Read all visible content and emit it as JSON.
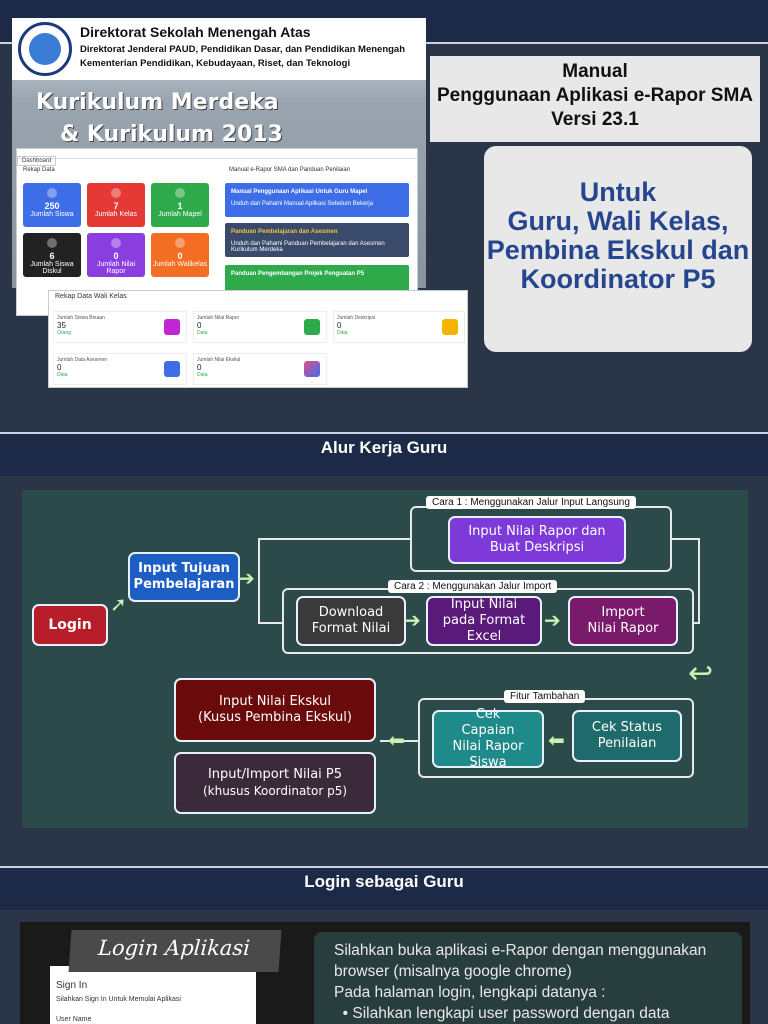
{
  "header": {
    "org_title": "Direktorat Sekolah Menengah Atas",
    "org_sub1": "Direktorat Jenderal PAUD, Pendidikan Dasar, dan Pendidikan Menengah",
    "org_sub2": "Kementerian Pendidikan, Kebudayaan, Riset, dan Teknologi",
    "kurikulum_line1": "Kurikulum Merdeka",
    "kurikulum_line2": "& Kurikulum 2013"
  },
  "dashboard": {
    "tab": "Dashboard",
    "rekap_title": "Rekap Data",
    "tiles": [
      {
        "value": "250",
        "label": "Jumlah Siswa",
        "color": "#3d6ee8"
      },
      {
        "value": "7",
        "label": "Jumlah Kelas",
        "color": "#e53935"
      },
      {
        "value": "1",
        "label": "Jumlah Mapel",
        "color": "#2eaa4b"
      },
      {
        "value": "6",
        "label": "Jumlah Siswa Diskul",
        "color": "#222222"
      },
      {
        "value": "0",
        "label": "Jumlah Nilai Rapor",
        "color": "#8a3ee0"
      },
      {
        "value": "0",
        "label": "Jumlah Walikelas",
        "color": "#f36d22"
      }
    ],
    "manual_title": "Manual e-Rapor SMA dan Panduan Penilaian",
    "cards": [
      {
        "title": "Manual Penggunaan Aplikasi Untuk Guru Mapel",
        "sub": "Unduh dan Pahami Manual Aplikasi Sebelum Bekerja",
        "color": "#3d6ee8"
      },
      {
        "title": "Panduan Pembelajaran dan Asesmen",
        "sub": "Unduh dan Pahami Panduan Pembelajaran dan Asesmen Kurikulum Merdeka",
        "color": "#3a4a6a"
      },
      {
        "title": "Panduan Pengembangan Projek Penguatan P5",
        "sub": "",
        "color": "#2eaa4b"
      }
    ],
    "wali_title": "Rekap Data Wali Kelas",
    "wali_items": [
      {
        "label": "Jumlah Siswa Binaan",
        "value": "35",
        "note": "Orang",
        "color": "#c026d3"
      },
      {
        "label": "Jumlah Nilai Rapor",
        "value": "0",
        "note": "Data",
        "color": "#2eaa4b"
      },
      {
        "label": "Jumlah Deskripsi",
        "value": "0",
        "note": "Data",
        "color": "#f5b400"
      },
      {
        "label": "Jumlah Data Asesmen",
        "value": "0",
        "note": "Data",
        "color": "#3d6ee8"
      },
      {
        "label": "Jumlah Nilai Ekskul",
        "value": "0",
        "note": "Data",
        "color": "#e0508a"
      }
    ]
  },
  "title_box": {
    "line1": "Manual",
    "line2": "Penggunaan Aplikasi e-Rapor SMA",
    "line3": "Versi 23.1"
  },
  "untuk_box": {
    "line1": "Untuk",
    "line2": "Guru, Wali Kelas,",
    "line3": "Pembina Ekskul dan",
    "line4": "Koordinator P5"
  },
  "section1": {
    "title": "Alur Kerja Guru"
  },
  "flow": {
    "login": "Login",
    "input_tujuan": "Input Tujuan Pembelajaran",
    "cara1_label": "Cara 1 : Menggunakan Jalur Input Langsung",
    "cara1_node": "Input Nilai  Rapor dan Buat Deskripsi",
    "cara2_label": "Cara 2 : Menggunakan Jalur Import",
    "download": "Download Format Nilai",
    "input_excel": "Input Nilai pada Format Excel",
    "import_nilai": "Import Nilai Rapor",
    "fitur_label": "Fitur Tambahan",
    "cek_capaian": "Cek Capaian Nilai Rapor Siswa",
    "cek_status": "Cek Status Penilaian",
    "ekskul_line1": "Input Nilai Ekskul",
    "ekskul_line2": "(Kusus Pembina Ekskul)",
    "p5_line1": "Input/Import Nilai P5",
    "p5_line2": "(khusus Koordinator p5)"
  },
  "section2": {
    "title": "Login sebagai Guru"
  },
  "login": {
    "banner": "Login Aplikasi",
    "sign_in": "Sign In",
    "sign_in_sub": "Silahkan Sign In Untuk Memulai Aplikasi",
    "user_name": "User Name",
    "text1": "Silahkan buka aplikasi e-Rapor dengan menggunakan browser (misalnya google chrome)",
    "text2": "Pada halaman login, lengkapi datanya :",
    "bullet1": "Silahkan lengkapi user password dengan data"
  }
}
